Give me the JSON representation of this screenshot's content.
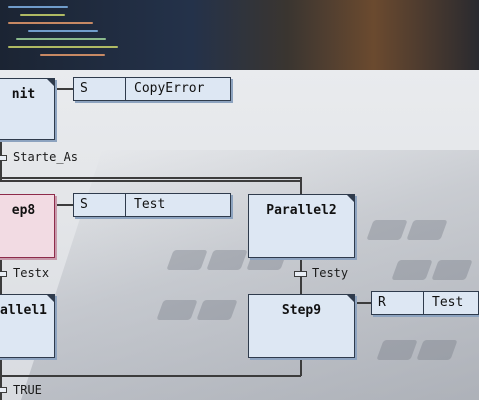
{
  "steps": {
    "init": "nit",
    "step8": "ep8",
    "parallel2": "Parallel2",
    "parallel1": "allel1",
    "step9": "Step9"
  },
  "actions": {
    "init_action": {
      "qualifier": "S",
      "name": "CopyError"
    },
    "step8_action": {
      "qualifier": "S",
      "name": "Test"
    },
    "step9_action": {
      "qualifier": "R",
      "name": "Test"
    }
  },
  "transitions": {
    "t1": "Starte_As",
    "t2": "Testx",
    "t3": "Testy",
    "t4": "TRUE"
  },
  "colors": {
    "step_fill": "#dde7f3",
    "active_step_fill": "#f2dbe3",
    "border": "#2f3b4c"
  }
}
